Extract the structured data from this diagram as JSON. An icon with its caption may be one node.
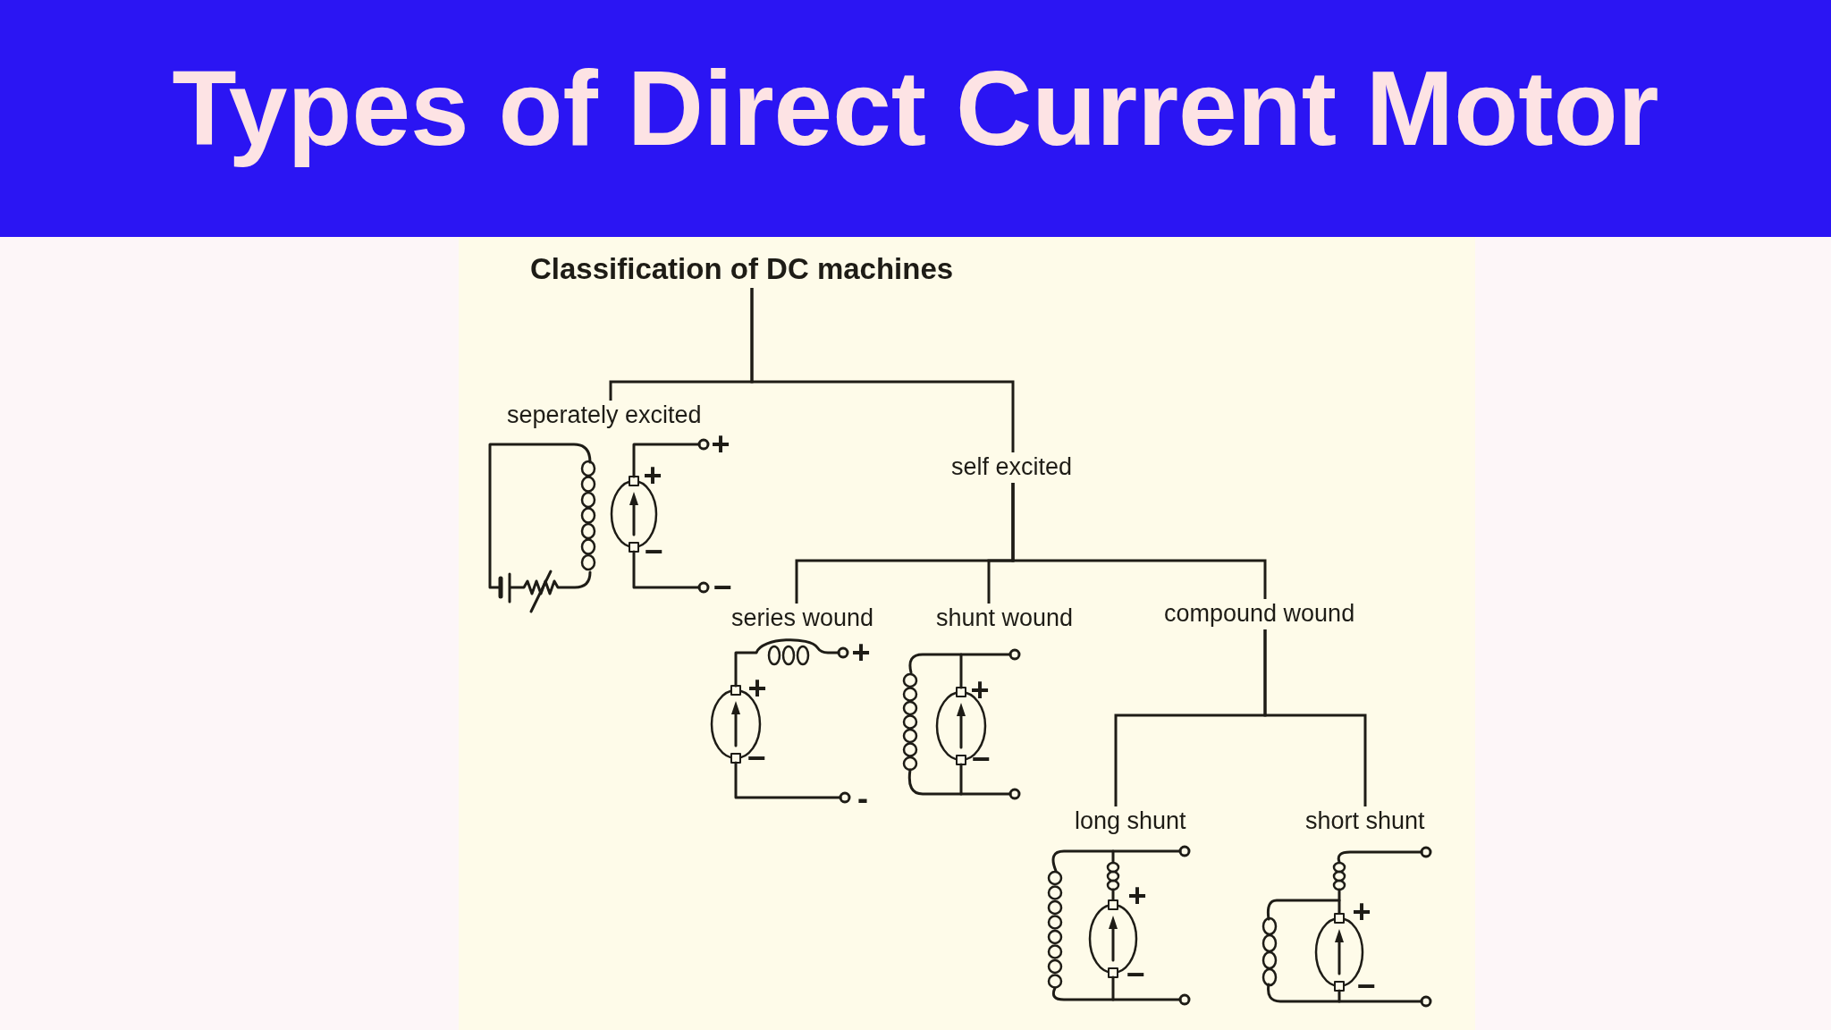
{
  "diagram": {
    "title": "Types of Direct Current Motor",
    "nodes": [
      {
        "text": [
          "Classification of DC machines"
        ]
      },
      {
        "text": [
          "seperately excited"
        ]
      },
      {
        "text": [
          "self excited"
        ]
      },
      {
        "text": [
          "series wound"
        ]
      },
      {
        "text": [
          "shunt wound"
        ]
      },
      {
        "text": [
          "compound wound"
        ]
      },
      {
        "text": [
          "long shunt"
        ]
      },
      {
        "text": [
          "short shunt"
        ]
      }
    ],
    "edges": [
      {
        "from": 0,
        "to": 1,
        "arrow": "none"
      },
      {
        "from": 0,
        "to": 2,
        "arrow": "none"
      },
      {
        "from": 2,
        "to": 3,
        "arrow": "none"
      },
      {
        "from": 2,
        "to": 4,
        "arrow": "none"
      },
      {
        "from": 2,
        "to": 5,
        "arrow": "none"
      },
      {
        "from": 5,
        "to": 6,
        "arrow": "none"
      },
      {
        "from": 5,
        "to": 7,
        "arrow": "none"
      }
    ],
    "labels": [
      "+",
      "+",
      "−",
      "−",
      "+",
      "+",
      "−",
      "-",
      "+",
      "−",
      "+",
      "−",
      "+",
      "−"
    ]
  }
}
